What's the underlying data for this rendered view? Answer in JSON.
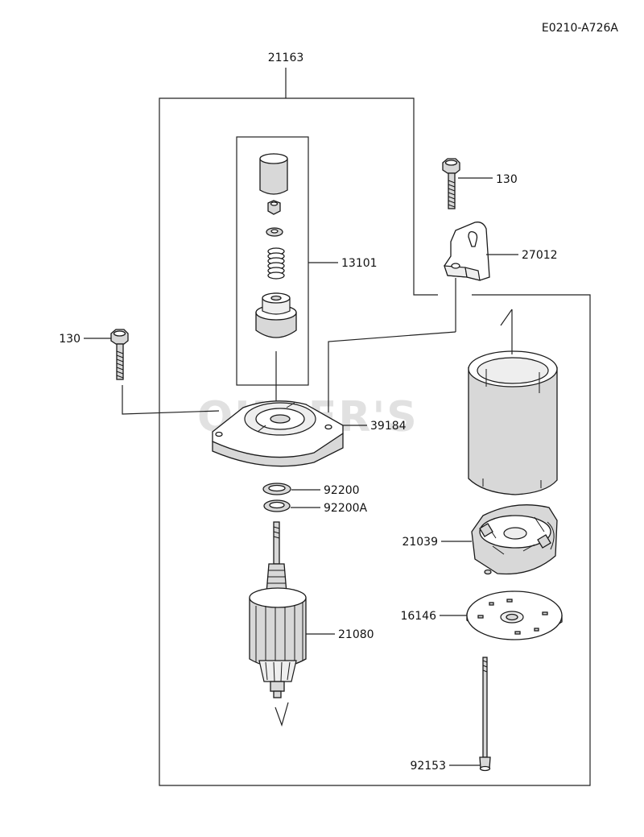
{
  "diagram_code": "E0210-A726A",
  "watermark": "OILLER'S",
  "callouts": [
    {
      "id": "assembly",
      "label": "21163"
    },
    {
      "id": "bolt-upper",
      "label": "130"
    },
    {
      "id": "bracket",
      "label": "27012"
    },
    {
      "id": "pinion-kit",
      "label": "13101"
    },
    {
      "id": "bolt-left",
      "label": "130"
    },
    {
      "id": "front-cover",
      "label": "39184"
    },
    {
      "id": "washer",
      "label": "92200"
    },
    {
      "id": "washer-a",
      "label": "92200A"
    },
    {
      "id": "brush-holder",
      "label": "21039"
    },
    {
      "id": "armature",
      "label": "21080"
    },
    {
      "id": "end-plate",
      "label": "16146"
    },
    {
      "id": "through-bolt",
      "label": "92153"
    }
  ]
}
